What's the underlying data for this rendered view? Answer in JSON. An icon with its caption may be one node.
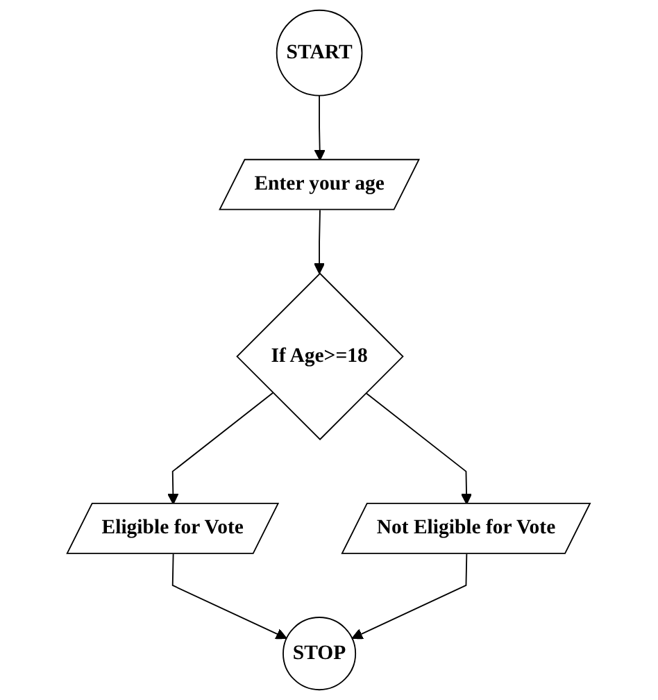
{
  "diagram": {
    "nodes": [
      {
        "text": [
          "START"
        ]
      },
      {
        "text": [
          "Enter your age"
        ]
      },
      {
        "text": [
          "If Age>=18"
        ]
      },
      {
        "text": [
          "Eligible for Vote"
        ]
      },
      {
        "text": [
          "Not Eligible for Vote"
        ]
      },
      {
        "text": [
          "STOP"
        ]
      }
    ],
    "edges": [
      {
        "from": 0,
        "to": 1,
        "arrow": "to"
      },
      {
        "from": 1,
        "to": 2,
        "arrow": "to"
      },
      {
        "from": 2,
        "to": 3,
        "arrow": "to"
      },
      {
        "from": 2,
        "to": 4,
        "arrow": "to"
      },
      {
        "from": 3,
        "to": 5,
        "arrow": "to"
      },
      {
        "from": 4,
        "to": 5,
        "arrow": "to"
      }
    ]
  }
}
